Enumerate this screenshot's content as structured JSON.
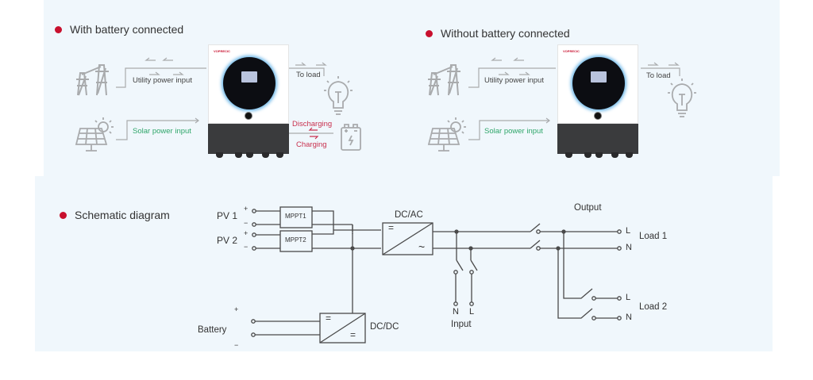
{
  "sections": {
    "with_battery": {
      "title": "With battery connected",
      "utility_label": "Utility power input",
      "solar_label": "Solar power input",
      "to_load_label": "To load",
      "discharging_label": "Discharging",
      "charging_label": "Charging",
      "inverter_brand": "VOPRECIC"
    },
    "without_battery": {
      "title": "Without battery connected",
      "utility_label": "Utility power input",
      "solar_label": "Solar power input",
      "to_load_label": "To load",
      "inverter_brand": "VOPRECIC"
    },
    "schematic": {
      "title": "Schematic diagram",
      "pv1": "PV 1",
      "pv2": "PV 2",
      "plus": "+",
      "minus": "−",
      "mppt1": "MPPT1",
      "mppt2": "MPPT2",
      "dcac": "DC/AC",
      "dcdc": "DC/DC",
      "battery": "Battery",
      "output": "Output",
      "input": "Input",
      "input_n": "N",
      "input_l": "L",
      "load1": "Load  1",
      "load2": "Load  2",
      "L": "L",
      "N": "N",
      "dc_symbol": "=",
      "ac_symbol": "~"
    }
  },
  "colors": {
    "accent_dot": "#c8102e",
    "solar_text": "#2fa66a",
    "battery_text": "#c8304e",
    "icon_gray": "#a9abad",
    "wire": "#4a4a4a",
    "panel_bg": "#f0f7fc"
  }
}
